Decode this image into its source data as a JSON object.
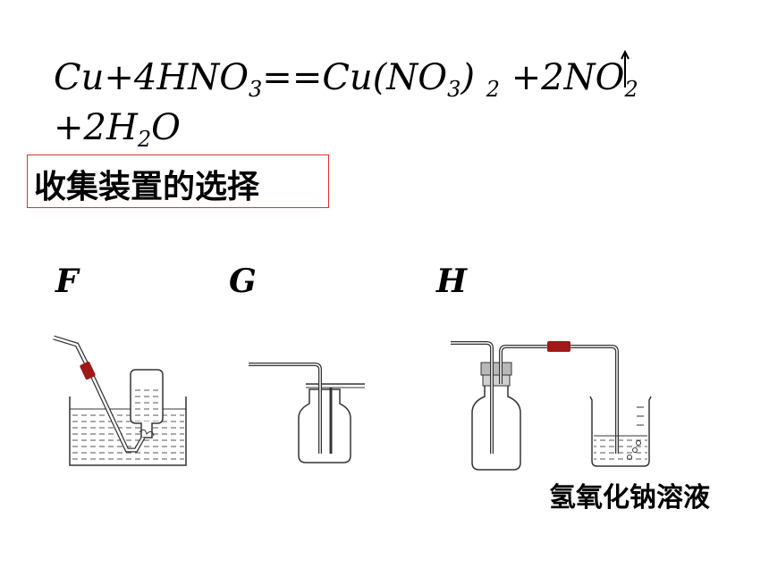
{
  "equation": {
    "line1": {
      "p1": "Cu+4HNO",
      "s1": "3",
      "p2": "==Cu(NO",
      "s2": "3",
      "p3": ") ",
      "s3": "2",
      "p4": " +2NO",
      "s4": "2"
    },
    "line2": {
      "p1": "+2H",
      "s1": "2",
      "p2": "O"
    }
  },
  "section_title": "收集装置的选择",
  "apparatus": {
    "f": {
      "label": "F"
    },
    "g": {
      "label": "G"
    },
    "h": {
      "label": "H",
      "solution_label": "氢氧化钠溶液"
    }
  },
  "colors": {
    "title_border": "#e03030",
    "rubber_tube": "#a01818",
    "stopper": "#b8b8b8"
  }
}
